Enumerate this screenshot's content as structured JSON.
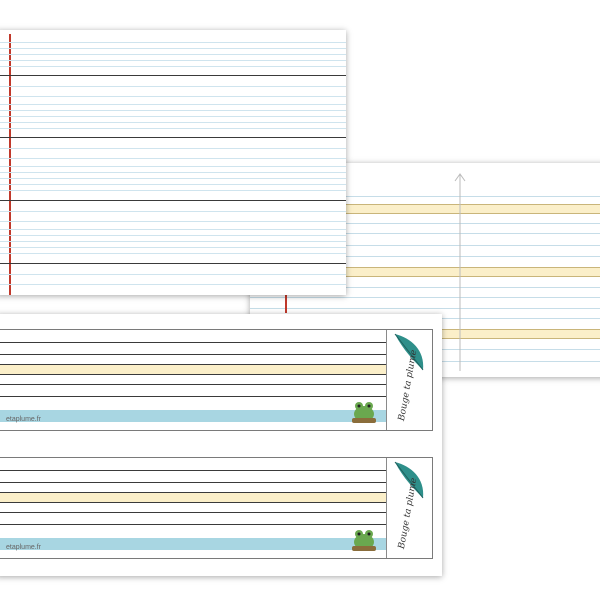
{
  "colors": {
    "margin_red": "#c0392b",
    "blue_guide": "#bfe0ec",
    "dark_rule": "#3a3a3a",
    "yellow_band": "#fbefc9",
    "blue_band": "#a8d6e2",
    "feather_teal": "#2e8f8a",
    "frog_green": "#6aa84f"
  },
  "strips": [
    {
      "url_text": "etaplume.fr",
      "logo_text": "Bouge ta plume"
    },
    {
      "url_text": "etaplume.fr",
      "logo_text": "Bouge ta plume"
    }
  ]
}
